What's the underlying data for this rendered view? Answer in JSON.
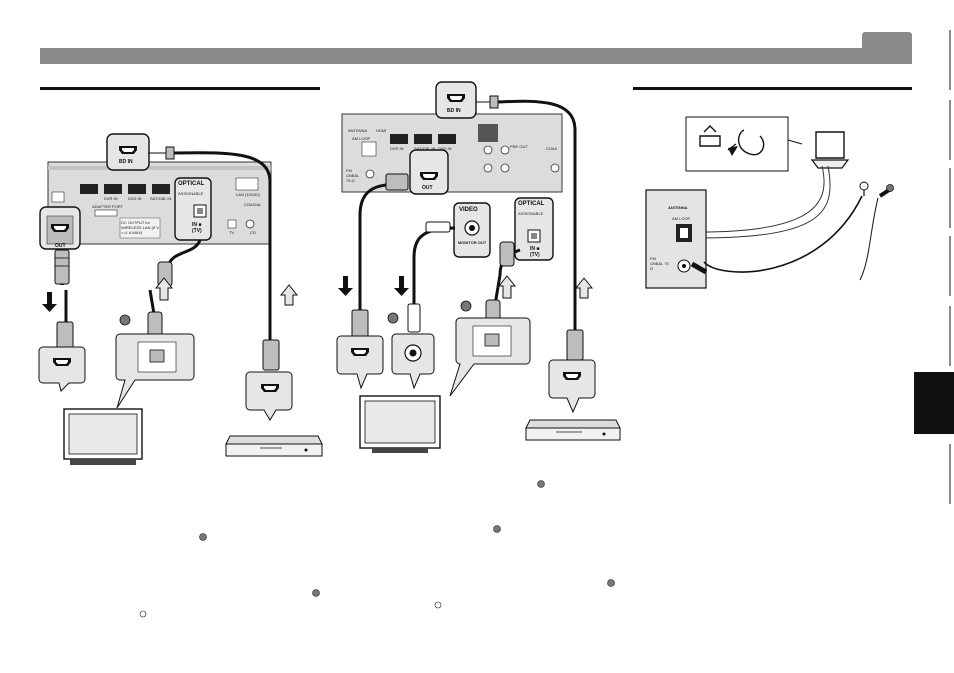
{
  "panels": {
    "left": {
      "labels": {
        "hdmi_in": "BD IN",
        "hdmi_out": "OUT",
        "optical_title": "OPTICAL",
        "optical_sub": "ASSIGNABLE",
        "optical_port": "IN ■\n(TV)",
        "lan": "LAN (10/100)",
        "adapter": "ADAPTER PORT",
        "coax": "COAXIAL",
        "dvr": "DVR IN",
        "sat": "SAT/CBL IN",
        "dvdin": "DVD IN",
        "tv": "TV",
        "cd": "CD",
        "dc": "DC OUTPUT for WIRELESS LAN (5 V ==1 A MAX)"
      }
    },
    "middle": {
      "labels": {
        "hdmi_in": "BD IN",
        "hdmi_out": "OUT",
        "antenna": "ANTENNA",
        "am_loop": "AM LOOP",
        "fm": "FM UNBAL 75 Ω",
        "video": "VIDEO",
        "monitor_out": "MONITOR OUT",
        "optical_title": "OPTICAL",
        "optical_sub": "ASSIGNABLE",
        "optical_port": "IN ■\n(TV)",
        "pre_out": "PRE OUT",
        "coax": "COAX",
        "hdmi": "HDMI",
        "sat": "SAT/CBL IN",
        "dvr": "DVR IN",
        "dvdin": "DVD IN"
      }
    },
    "right": {
      "labels": {
        "antenna": "ANTENNA",
        "am_loop": "AM LOOP",
        "fm": "FM UNBAL 75 Ω"
      }
    }
  },
  "icons": [
    "hdmi-plug-icon",
    "optical-plug-icon",
    "rca-plug-icon",
    "tv-icon",
    "bd-player-icon",
    "am-loop-antenna-icon",
    "fm-wire-antenna-icon",
    "arrow-icon"
  ],
  "colors": {
    "header": "#8a8a8a",
    "ink": "#111111",
    "panel": "#dcdcdc",
    "bubble": "#e6e6e6",
    "plug": "#bdbdbd"
  }
}
